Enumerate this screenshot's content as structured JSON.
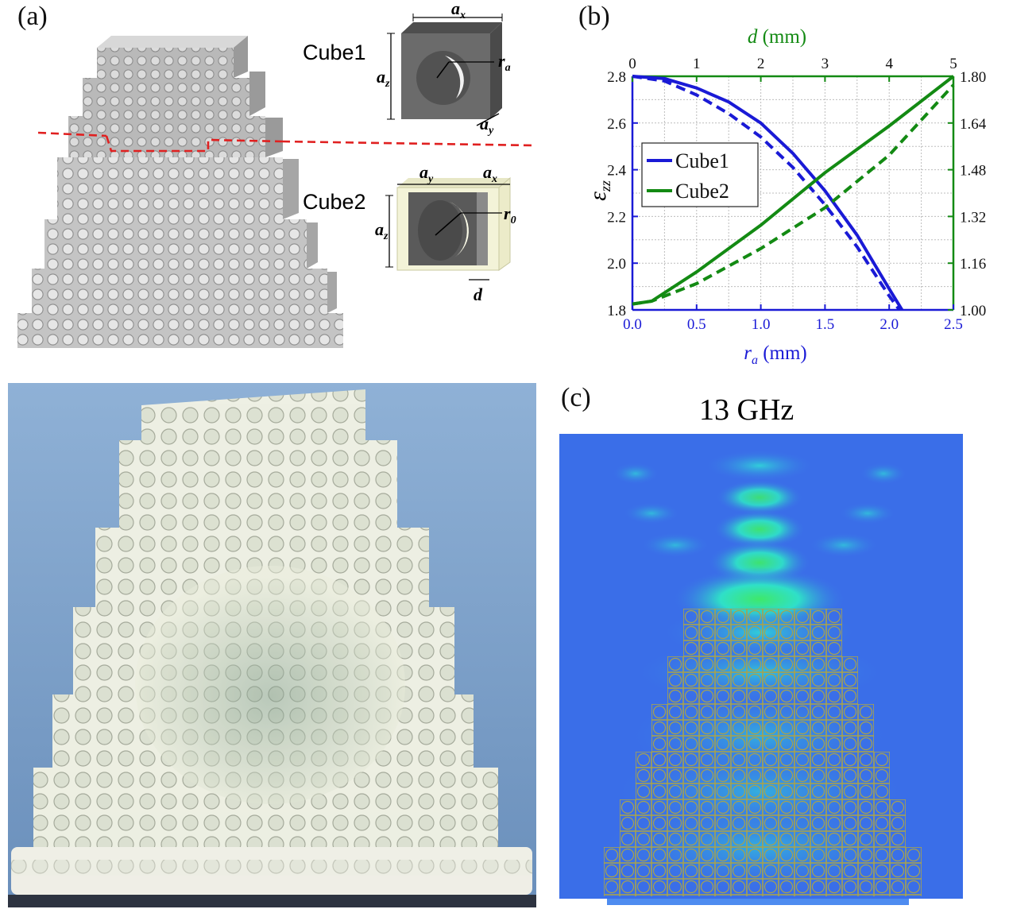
{
  "panel_a": {
    "label": "(a)",
    "cube1_label": "Cube1",
    "cube2_label": "Cube2",
    "cube1_dims": {
      "ax": "a",
      "ax_sub": "x",
      "az": "a",
      "az_sub": "z",
      "ay": "a",
      "ay_sub": "y",
      "ra": "r",
      "ra_sub": "a"
    },
    "cube2_dims": {
      "ay": "a",
      "ay_sub": "y",
      "ax": "a",
      "ax_sub": "x",
      "az": "a",
      "az_sub": "z",
      "r0": "r",
      "r0_sub": "0",
      "d": "d"
    }
  },
  "panel_b": {
    "label": "(b)",
    "chart_data": {
      "type": "line",
      "top_axis_label": "d",
      "top_axis_unit": " (mm)",
      "bottom_axis_label": "r",
      "bottom_axis_sub": "a",
      "bottom_axis_unit": " (mm)",
      "left_axis_label": "ε",
      "left_axis_sub": "zz",
      "x_bottom": {
        "range": [
          0,
          2.5
        ],
        "ticks": [
          "0.0",
          "0.5",
          "1.0",
          "1.5",
          "2.0",
          "2.5"
        ]
      },
      "x_top": {
        "range": [
          0,
          5
        ],
        "ticks": [
          "0",
          "1",
          "2",
          "3",
          "4",
          "5"
        ]
      },
      "y_left": {
        "range": [
          1.8,
          2.8
        ],
        "ticks": [
          "1.8",
          "2.0",
          "2.2",
          "2.4",
          "2.6",
          "2.8"
        ]
      },
      "y_right": {
        "range": [
          1.0,
          1.8
        ],
        "ticks": [
          "1.00",
          "1.16",
          "1.32",
          "1.48",
          "1.64",
          "1.80"
        ]
      },
      "legend": {
        "placement": "top-left",
        "entries": [
          "Cube1",
          "Cube2"
        ]
      },
      "grid": true,
      "colors": {
        "cube1": "#1a1ad6",
        "cube2": "#138a13"
      },
      "series": [
        {
          "name": "Cube1",
          "style": "solid",
          "axis": "bottom-left",
          "x": [
            0,
            0.25,
            0.5,
            0.75,
            1.0,
            1.25,
            1.5,
            1.75,
            2.0,
            2.1
          ],
          "y": [
            2.8,
            2.79,
            2.75,
            2.69,
            2.6,
            2.47,
            2.31,
            2.12,
            1.89,
            1.8
          ]
        },
        {
          "name": "Cube1",
          "style": "dashed",
          "axis": "bottom-left",
          "x": [
            0,
            0.25,
            0.5,
            0.75,
            1.0,
            1.25,
            1.5,
            1.75,
            2.0,
            2.08
          ],
          "y": [
            2.8,
            2.78,
            2.72,
            2.64,
            2.54,
            2.41,
            2.25,
            2.07,
            1.86,
            1.8
          ]
        },
        {
          "name": "Cube2",
          "style": "solid",
          "axis": "top-right",
          "x": [
            0,
            0.3,
            1,
            2,
            3,
            4,
            5
          ],
          "y": [
            1.02,
            1.03,
            1.13,
            1.29,
            1.47,
            1.63,
            1.8
          ]
        },
        {
          "name": "Cube2",
          "style": "dashed",
          "axis": "top-right",
          "x": [
            0,
            0.3,
            1,
            2,
            3,
            4,
            5
          ],
          "y": [
            1.02,
            1.03,
            1.09,
            1.21,
            1.35,
            1.53,
            1.77
          ]
        }
      ]
    }
  },
  "panel_c": {
    "label": "(c)",
    "title": "13 GHz"
  },
  "colors": {
    "dashed_cut": "#e02020",
    "field_bg": "#3a6ee8",
    "field_hot": "#33ee66"
  }
}
